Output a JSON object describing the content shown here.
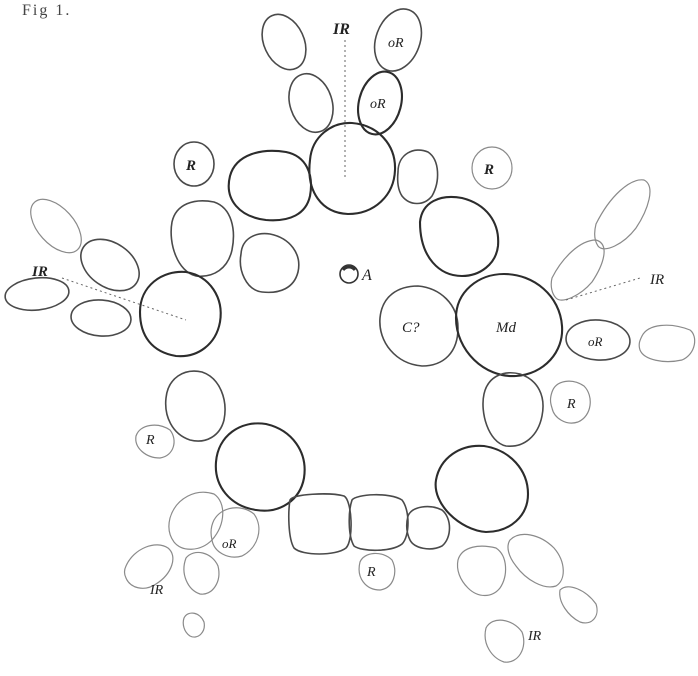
{
  "figure": {
    "title": "Fig 1.",
    "labels": {
      "ir_top": "IR",
      "or_top_upper": "oR",
      "or_top_lower": "oR",
      "r_top_left": "R",
      "r_top_right": "R",
      "ir_left": "IR",
      "anus": "A",
      "c_query": "C?",
      "md": "Md",
      "ir_right": "IR",
      "or_right": "oR",
      "r_right": "R",
      "r_left_lower": "R",
      "or_lower_left": "oR",
      "ir_lower_left": "IR",
      "r_bottom": "R",
      "ir_bottom_right": "IR"
    }
  }
}
